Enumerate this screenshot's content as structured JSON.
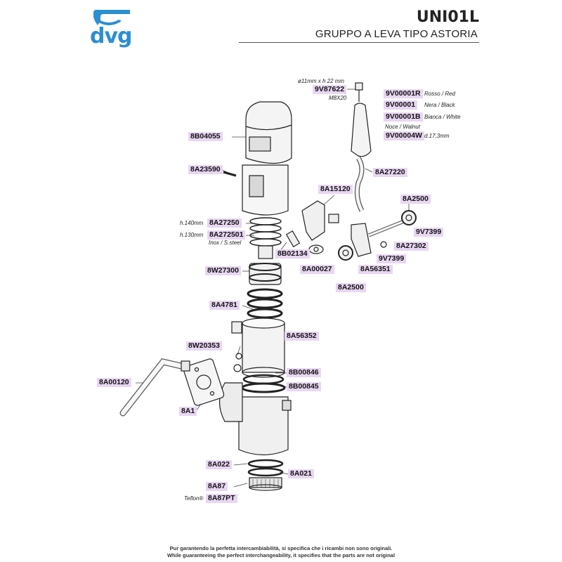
{
  "brand": {
    "name": "dvg",
    "color": "#2b8fd1"
  },
  "header": {
    "title": "UNI01L",
    "subtitle": "GRUPPO A LEVA TIPO ASTORIA"
  },
  "highlight_color": "#e8d6f2",
  "parts": {
    "p9V87622": "9V87622",
    "p9V00001R": "9V00001R",
    "p9V00001": "9V00001",
    "p9V00001B": "9V00001B",
    "p9V00004W": "9V00004W",
    "p8B04055": "8B04055",
    "p8A23590": "8A23590",
    "p8A27220": "8A27220",
    "p8A15120": "8A15120",
    "p8A2500_top": "8A2500",
    "p8A27250": "8A27250",
    "p8A272501": "8A272501",
    "p9V7399_a": "9V7399",
    "p8A27302": "8A27302",
    "p8B02134": "8B02134",
    "p9V7399_b": "9V7399",
    "p8W27300": "8W27300",
    "p8A00027": "8A00027",
    "p8A56351": "8A56351",
    "p8A2500_bottom": "8A2500",
    "p8A4781": "8A4781",
    "p8A56352": "8A56352",
    "p8W20353": "8W20353",
    "p8B00846": "8B00846",
    "p8A00120": "8A00120",
    "p8B00845": "8B00845",
    "p8A1": "8A1",
    "p8A022": "8A022",
    "p8A021": "8A021",
    "p8A87": "8A87",
    "p8A87PT": "8A87PT"
  },
  "notes": {
    "dimension_top": "ø11mm x h 22 mm",
    "m8x20": "M8X20",
    "rosso": "Rosso / Red",
    "nera": "Nera / Black",
    "bianca": "Bianca / White",
    "noce": "Noce / Walnut",
    "d173": "d.17,3mm",
    "h140": "h.140mm",
    "h130": "h.130mm",
    "inox": "Inox / S.steel",
    "teflon": "Teflon®"
  },
  "footer": {
    "line_it": "Pur garantendo la perfetta intercambiabilità, si specifica che i ricambi non sono originali.",
    "line_en": "While guaranteeing the perfect interchangeability, it specifies that the parts are not original"
  }
}
